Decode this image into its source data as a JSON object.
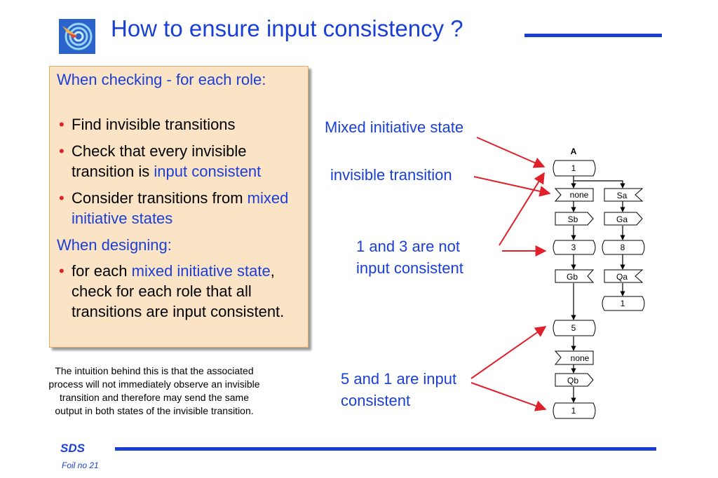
{
  "header": {
    "title": "How to ensure input consistency ?"
  },
  "box": {
    "heading1": "When checking - for each role:",
    "bullet1": "Find invisible transitions",
    "bullet2_plain": "Check that every invisible transition is",
    "bullet2_highlight": "input consistent",
    "bullet3_plain": "Consider transitions from",
    "bullet3_highlight": "mixed initiative states",
    "heading2": "When designing:",
    "bullet4_prefix": "for each",
    "bullet4_highlight": "mixed initiative state",
    "bullet4_suffix": ", check for each role that all transitions are input consistent."
  },
  "note": "The intuition behind this is that the associated process will not immediately observe an invisible transition and therefore may send the same output in both states of the invisible transition.",
  "labels": {
    "mixed_state": "Mixed initiative state",
    "invisible_transition": "invisible transition",
    "not_consistent": "1 and 3 are not input consistent",
    "consistent": "5 and 1 are input consistent"
  },
  "diagram": {
    "role": "A",
    "states": [
      "1",
      "3",
      "8",
      "1",
      "5",
      "1"
    ],
    "inputs": [
      "none",
      "Sa",
      "Qa",
      "none"
    ],
    "outputs": [
      "Sb",
      "Ga",
      "Gb",
      "Qb"
    ]
  },
  "colors": {
    "accent": "#1a3fd6",
    "arrow": "#e0202a",
    "box": "#fbe3c6"
  },
  "footer": {
    "brand": "SDS",
    "foil": "Foil no 21"
  }
}
